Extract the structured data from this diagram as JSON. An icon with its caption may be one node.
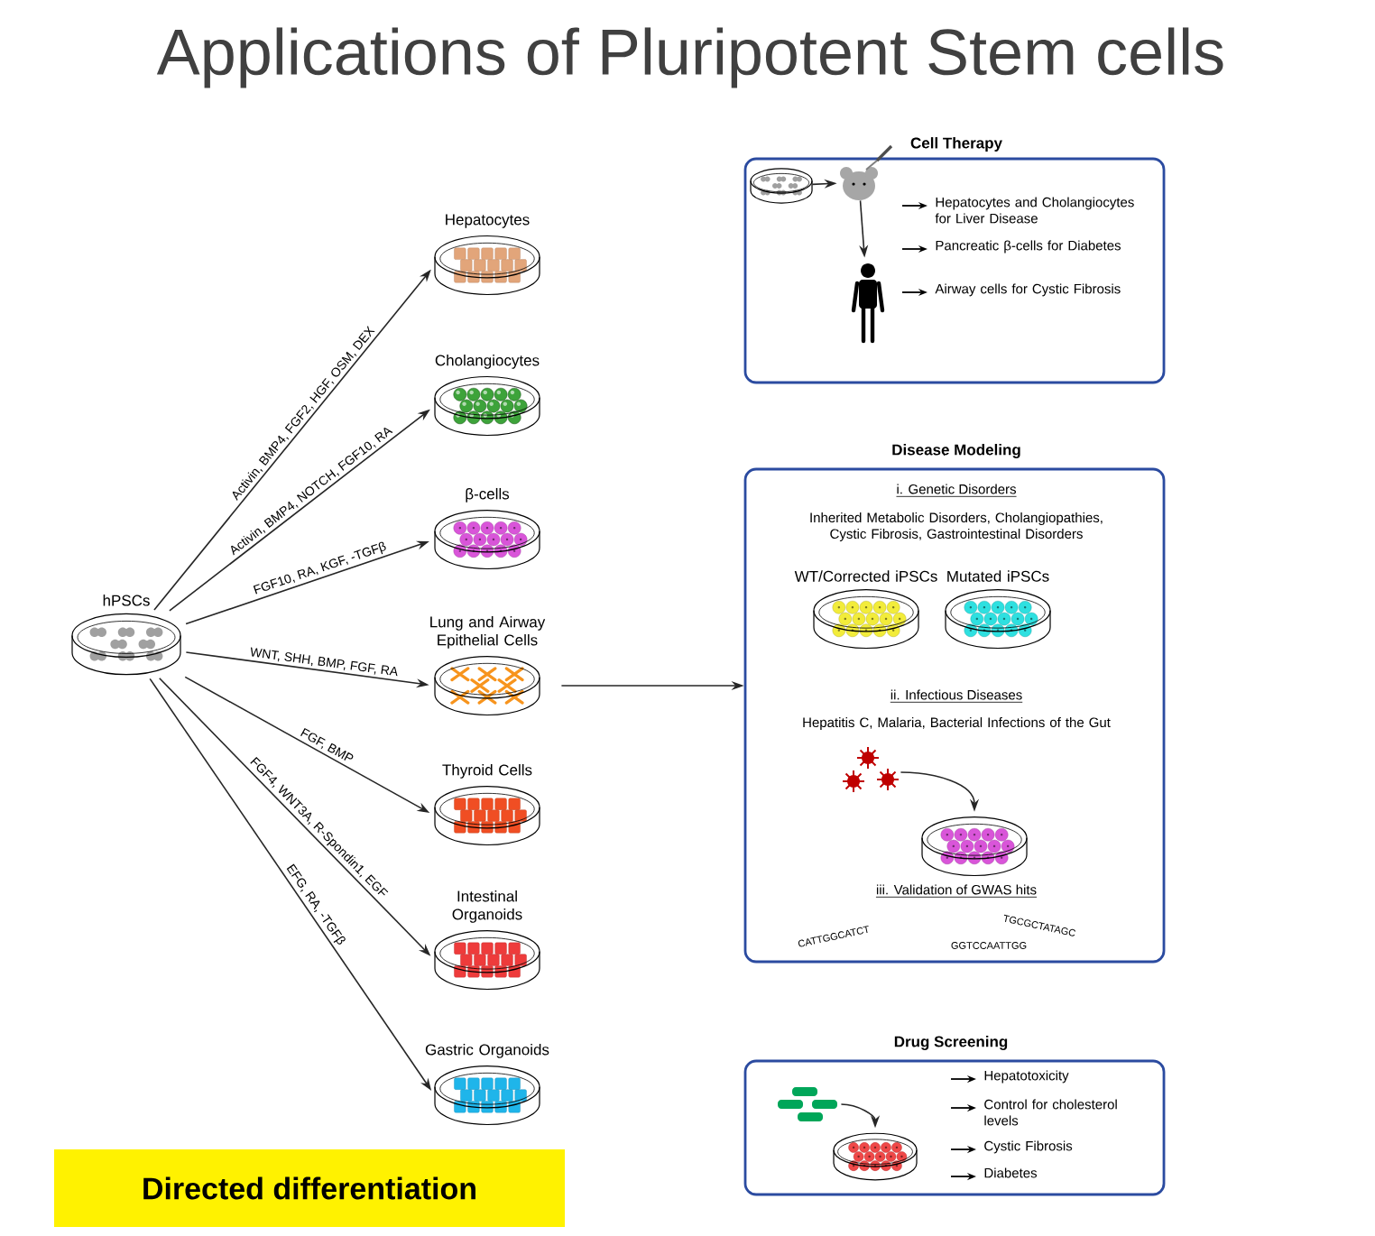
{
  "diagram": {
    "title": "Applications of Pluripotent Stem cells",
    "nodes": [
      {
        "text": [
          "hPSCs"
        ]
      },
      {
        "text": [
          "Hepatocytes"
        ]
      },
      {
        "text": [
          "Cholangiocytes"
        ]
      },
      {
        "text": [
          "β-cells"
        ]
      },
      {
        "text": [
          "Lung and Airway Epithelial Cells"
        ]
      },
      {
        "text": [
          "Thyroid Cells"
        ]
      },
      {
        "text": [
          "Intestinal Organoids"
        ]
      },
      {
        "text": [
          "Gastric Organoids"
        ]
      },
      {
        "text": [
          "Cell Therapy",
          "Hepatocytes and Cholangiocytes for Liver Disease",
          "Pancreatic β-cells for Diabetes",
          "Airway cells for Cystic Fibrosis"
        ]
      },
      {
        "text": [],
        "shape": "picture",
        "in": 8
      },
      {
        "text": [],
        "shape": "picture",
        "in": 8
      },
      {
        "text": [],
        "shape": "person",
        "in": 8
      },
      {
        "text": [
          "Disease Modeling",
          "i. Genetic Disorders",
          "Inherited Metabolic Disorders, Cholangiopathies, Cystic Fibrosis, Gastrointestinal Disorders",
          "ii. Infectious Diseases",
          "Hepatitis C, Malaria, Bacterial Infections of the Gut",
          "iii. Validation of GWAS hits",
          "CATTGGCATCT",
          "GGTCCAATTGG",
          "TGCGCTATAGC"
        ]
      },
      {
        "text": [
          "WT/Corrected iPSCs"
        ],
        "in": 12
      },
      {
        "text": [
          "Mutated iPSCs"
        ],
        "in": 12
      },
      {
        "text": [],
        "shape": "picture",
        "in": 12
      },
      {
        "text": [],
        "shape": "picture",
        "in": 12
      },
      {
        "text": [
          "Drug Screening",
          "Hepatotoxicity",
          "Control for cholesterol levels",
          "Cystic Fibrosis",
          "Diabetes"
        ]
      },
      {
        "text": [],
        "shape": "picture",
        "in": 17
      },
      {
        "text": [],
        "shape": "picture",
        "in": 17
      },
      {
        "text": [
          "Directed differentiation"
        ]
      }
    ],
    "edges": [
      {
        "from": 0,
        "to": 1,
        "arrow": "to",
        "label": "Activin, BMP4, FGF2, HGF, OSM, DEX"
      },
      {
        "from": 0,
        "to": 2,
        "arrow": "to",
        "label": "Activin, BMP4, NOTCH, FGF10, RA"
      },
      {
        "from": 0,
        "to": 3,
        "arrow": "to",
        "label": "FGF10, RA, KGF, -TGFβ"
      },
      {
        "from": 0,
        "to": 4,
        "arrow": "to",
        "label": "WNT, SHH, BMP, FGF, RA"
      },
      {
        "from": 0,
        "to": 5,
        "arrow": "to",
        "label": "FGF, BMP"
      },
      {
        "from": 0,
        "to": 6,
        "arrow": "to",
        "label": "FGF4, WNT3A, R-Spondin1, EGF"
      },
      {
        "from": 0,
        "to": 7,
        "arrow": "to",
        "label": "EFG, RA, -TGFβ"
      },
      {
        "from": 4,
        "to": 12,
        "arrow": "to"
      },
      {
        "from": 9,
        "to": 10,
        "arrow": "to"
      },
      {
        "from": 10,
        "to": 11,
        "arrow": "to"
      },
      {
        "from": 15,
        "to": 16,
        "arrow": "to"
      },
      {
        "from": 18,
        "to": 19,
        "arrow": "to"
      }
    ]
  }
}
